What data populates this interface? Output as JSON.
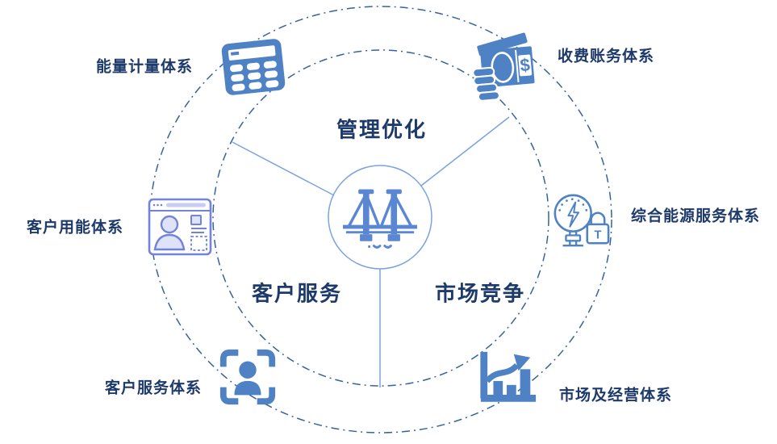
{
  "diagram": {
    "center": {
      "icon": "bridge-icon"
    },
    "sectors": [
      {
        "id": "management-optimization",
        "label": "管理优化",
        "position": "top"
      },
      {
        "id": "customer-service",
        "label": "客户服务",
        "position": "bottom-left"
      },
      {
        "id": "market-competition",
        "label": "市场竞争",
        "position": "bottom-right"
      }
    ],
    "systems": [
      {
        "id": "energy-metering",
        "label": "能量计量体系",
        "icon": "calculator-icon",
        "position": "top-left"
      },
      {
        "id": "billing-accounting",
        "label": "收费账务体系",
        "icon": "money-notes-icon",
        "position": "top-right"
      },
      {
        "id": "customer-energy-use",
        "label": "客户用能体系",
        "icon": "browser-user-icon",
        "position": "left"
      },
      {
        "id": "integrated-energy-service",
        "label": "综合能源服务体系",
        "icon": "bulb-lock-icon",
        "position": "right"
      },
      {
        "id": "customer-service-system",
        "label": "客户服务体系",
        "icon": "face-scan-icon",
        "position": "bottom-left"
      },
      {
        "id": "market-operation",
        "label": "市场及经营体系",
        "icon": "growth-chart-icon",
        "position": "bottom-right"
      }
    ],
    "glyphs": {
      "dollar": "$",
      "lock_letter": "T"
    },
    "colors": {
      "text_navy": "#1d3a6b",
      "icon_blue": "#4e82c5",
      "icon_periwinkle": "#7283d9",
      "icon_light_fill": "#dfe3f9",
      "ring_solid": "#7ba3dc",
      "ring_dash": "#36639c",
      "bridge_blue": "#5b87d2"
    }
  }
}
